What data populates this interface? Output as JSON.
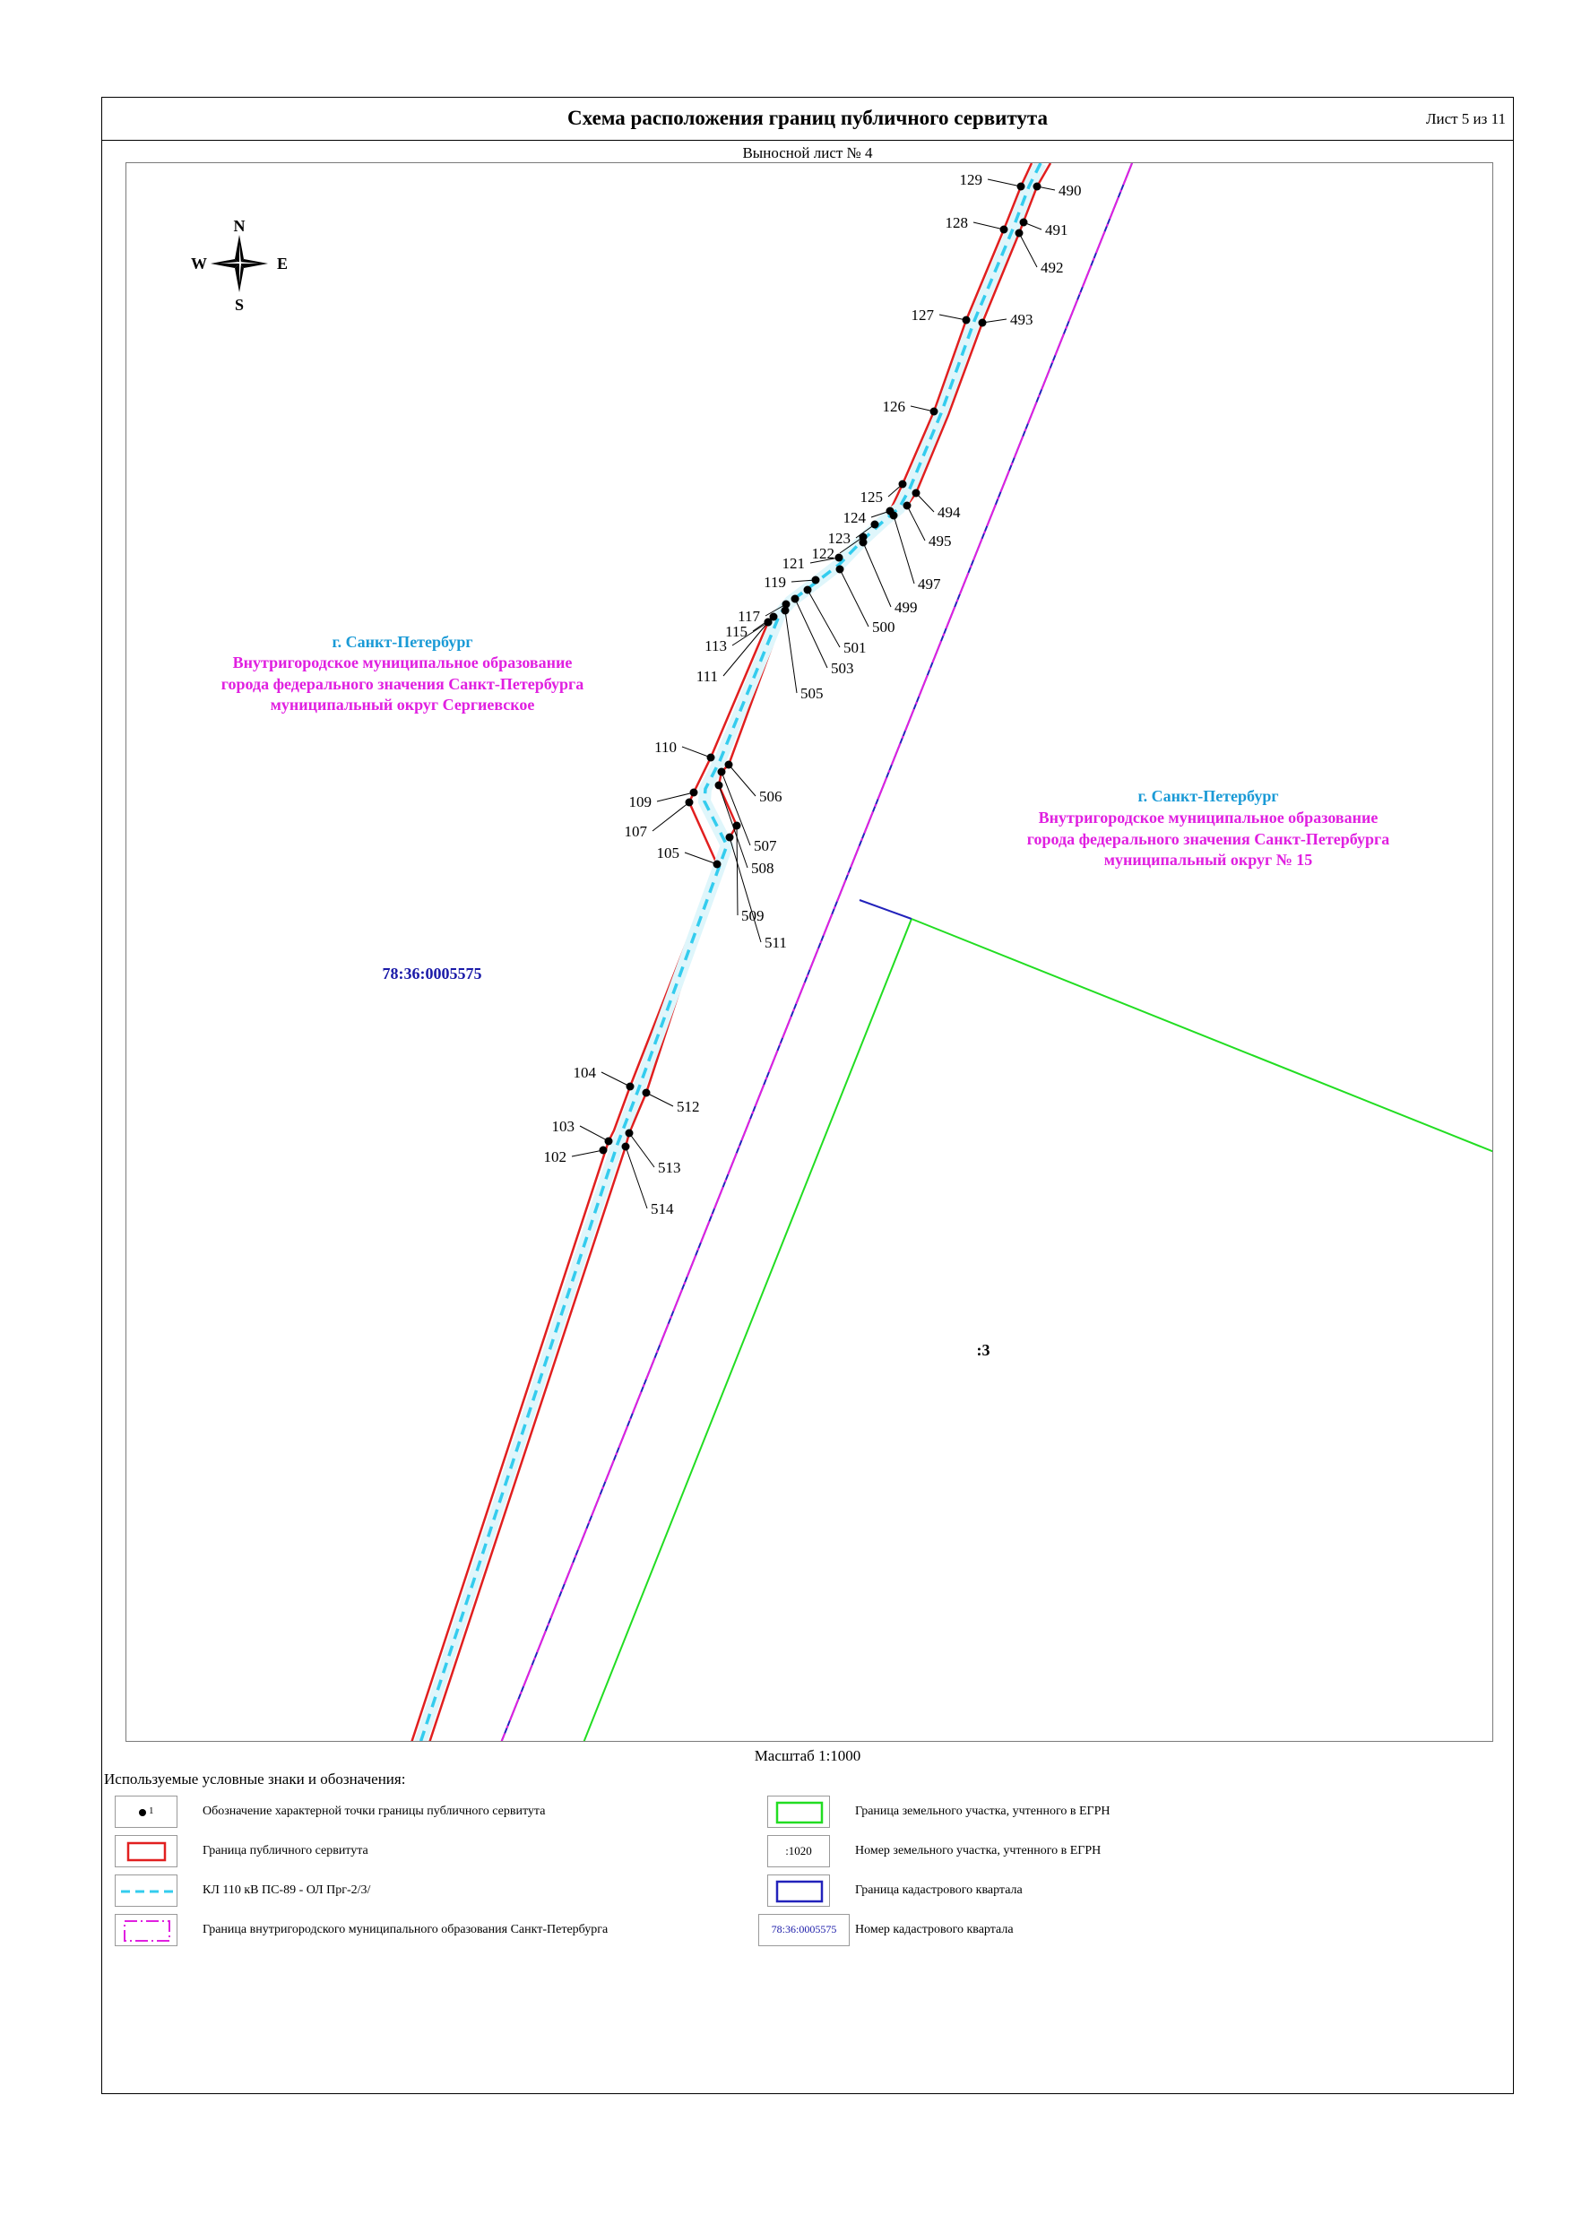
{
  "header": {
    "title": "Схема расположения границ публичного сервитута",
    "sheet": "Лист 5 из 11"
  },
  "subtitle": "Выносной лист № 4",
  "compass": {
    "n": "N",
    "s": "S",
    "w": "W",
    "e": "E"
  },
  "labels": {
    "left_city": "г. Санкт-Петербург",
    "left_l1": "Внутригородское муниципальное образование",
    "left_l2": "города федерального значения Санкт-Петербурга",
    "left_l3": "муниципальный округ Сергиевское",
    "right_city": "г. Санкт-Петербург",
    "right_l1": "Внутригородское муниципальное образование",
    "right_l2": "города федерального значения Санкт-Петербурга",
    "right_l3": "муниципальный округ № 15",
    "quarter": "78:36:0005575",
    "parcel": ":3"
  },
  "points_left": [
    {
      "label": "129"
    },
    {
      "label": "128"
    },
    {
      "label": "127"
    },
    {
      "label": "126"
    },
    {
      "label": "125"
    },
    {
      "label": "124"
    },
    {
      "label": "123"
    },
    {
      "label": "122"
    },
    {
      "label": "121"
    },
    {
      "label": "119"
    },
    {
      "label": "117"
    },
    {
      "label": "115"
    },
    {
      "label": "113"
    },
    {
      "label": "111"
    },
    {
      "label": "110"
    },
    {
      "label": "109"
    },
    {
      "label": "107"
    },
    {
      "label": "105"
    },
    {
      "label": "104"
    },
    {
      "label": "103"
    },
    {
      "label": "102"
    }
  ],
  "points_right": [
    {
      "label": "490"
    },
    {
      "label": "491"
    },
    {
      "label": "492"
    },
    {
      "label": "493"
    },
    {
      "label": "494"
    },
    {
      "label": "495"
    },
    {
      "label": "497"
    },
    {
      "label": "499"
    },
    {
      "label": "500"
    },
    {
      "label": "501"
    },
    {
      "label": "503"
    },
    {
      "label": "505"
    },
    {
      "label": "506"
    },
    {
      "label": "507"
    },
    {
      "label": "508"
    },
    {
      "label": "509"
    },
    {
      "label": "511"
    },
    {
      "label": "512"
    },
    {
      "label": "513"
    },
    {
      "label": "514"
    }
  ],
  "scale": "Масштаб 1:1000",
  "legend": {
    "title": "Используемые условные знаки и обозначения:",
    "items": [
      {
        "label": "Обозначение характерной точки границы публичного сервитута",
        "symbol_text": "1"
      },
      {
        "label": "Граница публичного сервитута"
      },
      {
        "label": "КЛ 110 кВ ПС-89 - ОЛ Прг-2/3/"
      },
      {
        "label": "Граница внутригородского муниципального образования Санкт-Петербурга"
      },
      {
        "label": "Граница земельного участка, учтенного в ЕГРН"
      },
      {
        "label": "Номер земельного участка, учтенного в ЕГРН",
        "symbol_text": ":1020"
      },
      {
        "label": "Граница кадастрового квартала"
      },
      {
        "label": "Номер кадастрового квартала",
        "symbol_text": "78:36:0005575"
      }
    ]
  },
  "colors": {
    "servitude": "#e11f1f",
    "cable": "#33ccee",
    "municipal": "#e020e0",
    "parcel": "#22dd22",
    "quarter": "#2222bb",
    "label_city": "#1a9ad6",
    "label_mo": "#e020e0",
    "label_quarter": "#1a1aa8"
  }
}
